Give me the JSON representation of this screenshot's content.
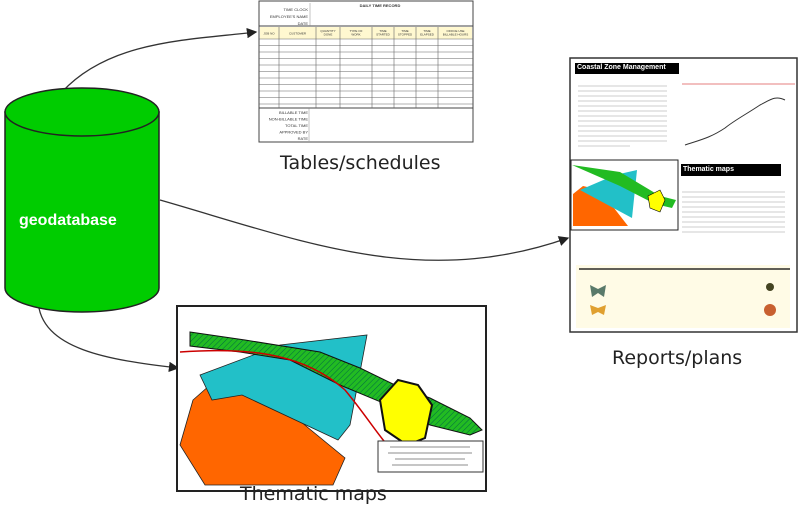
{
  "database": {
    "label": "geodatabase",
    "color": "#00cc00"
  },
  "outputs": [
    {
      "label": "Tables/schedules"
    },
    {
      "label": "Reports/plans"
    },
    {
      "label": "Thematic maps"
    }
  ],
  "time_record": {
    "title": "DAILY TIME RECORD",
    "header_fields": [
      "TIME CLOCK",
      "EMPLOYEE'S NAME",
      "DATE"
    ],
    "columns": [
      "JOB NO",
      "CUSTOMER",
      "QUANTITY DONE",
      "TYPE OF WORK",
      "TIME STARTED",
      "TIME STOPPED",
      "TIME ELAPSED",
      "OFFICE USE BILLABLE HOURS"
    ],
    "footer_fields": [
      "BILLABLE TIME",
      "NON-BILLABLE TIME",
      "TOTAL TIME",
      "APPROVED BY",
      "RATE"
    ]
  },
  "report": {
    "title": "Coastal Zone Management",
    "section_title": "Thematic maps"
  },
  "map_colors": {
    "green": "#22bb22",
    "cyan": "#22c0c8",
    "orange": "#ff6600",
    "yellow": "#ffff00",
    "red_line": "#cc0000"
  }
}
